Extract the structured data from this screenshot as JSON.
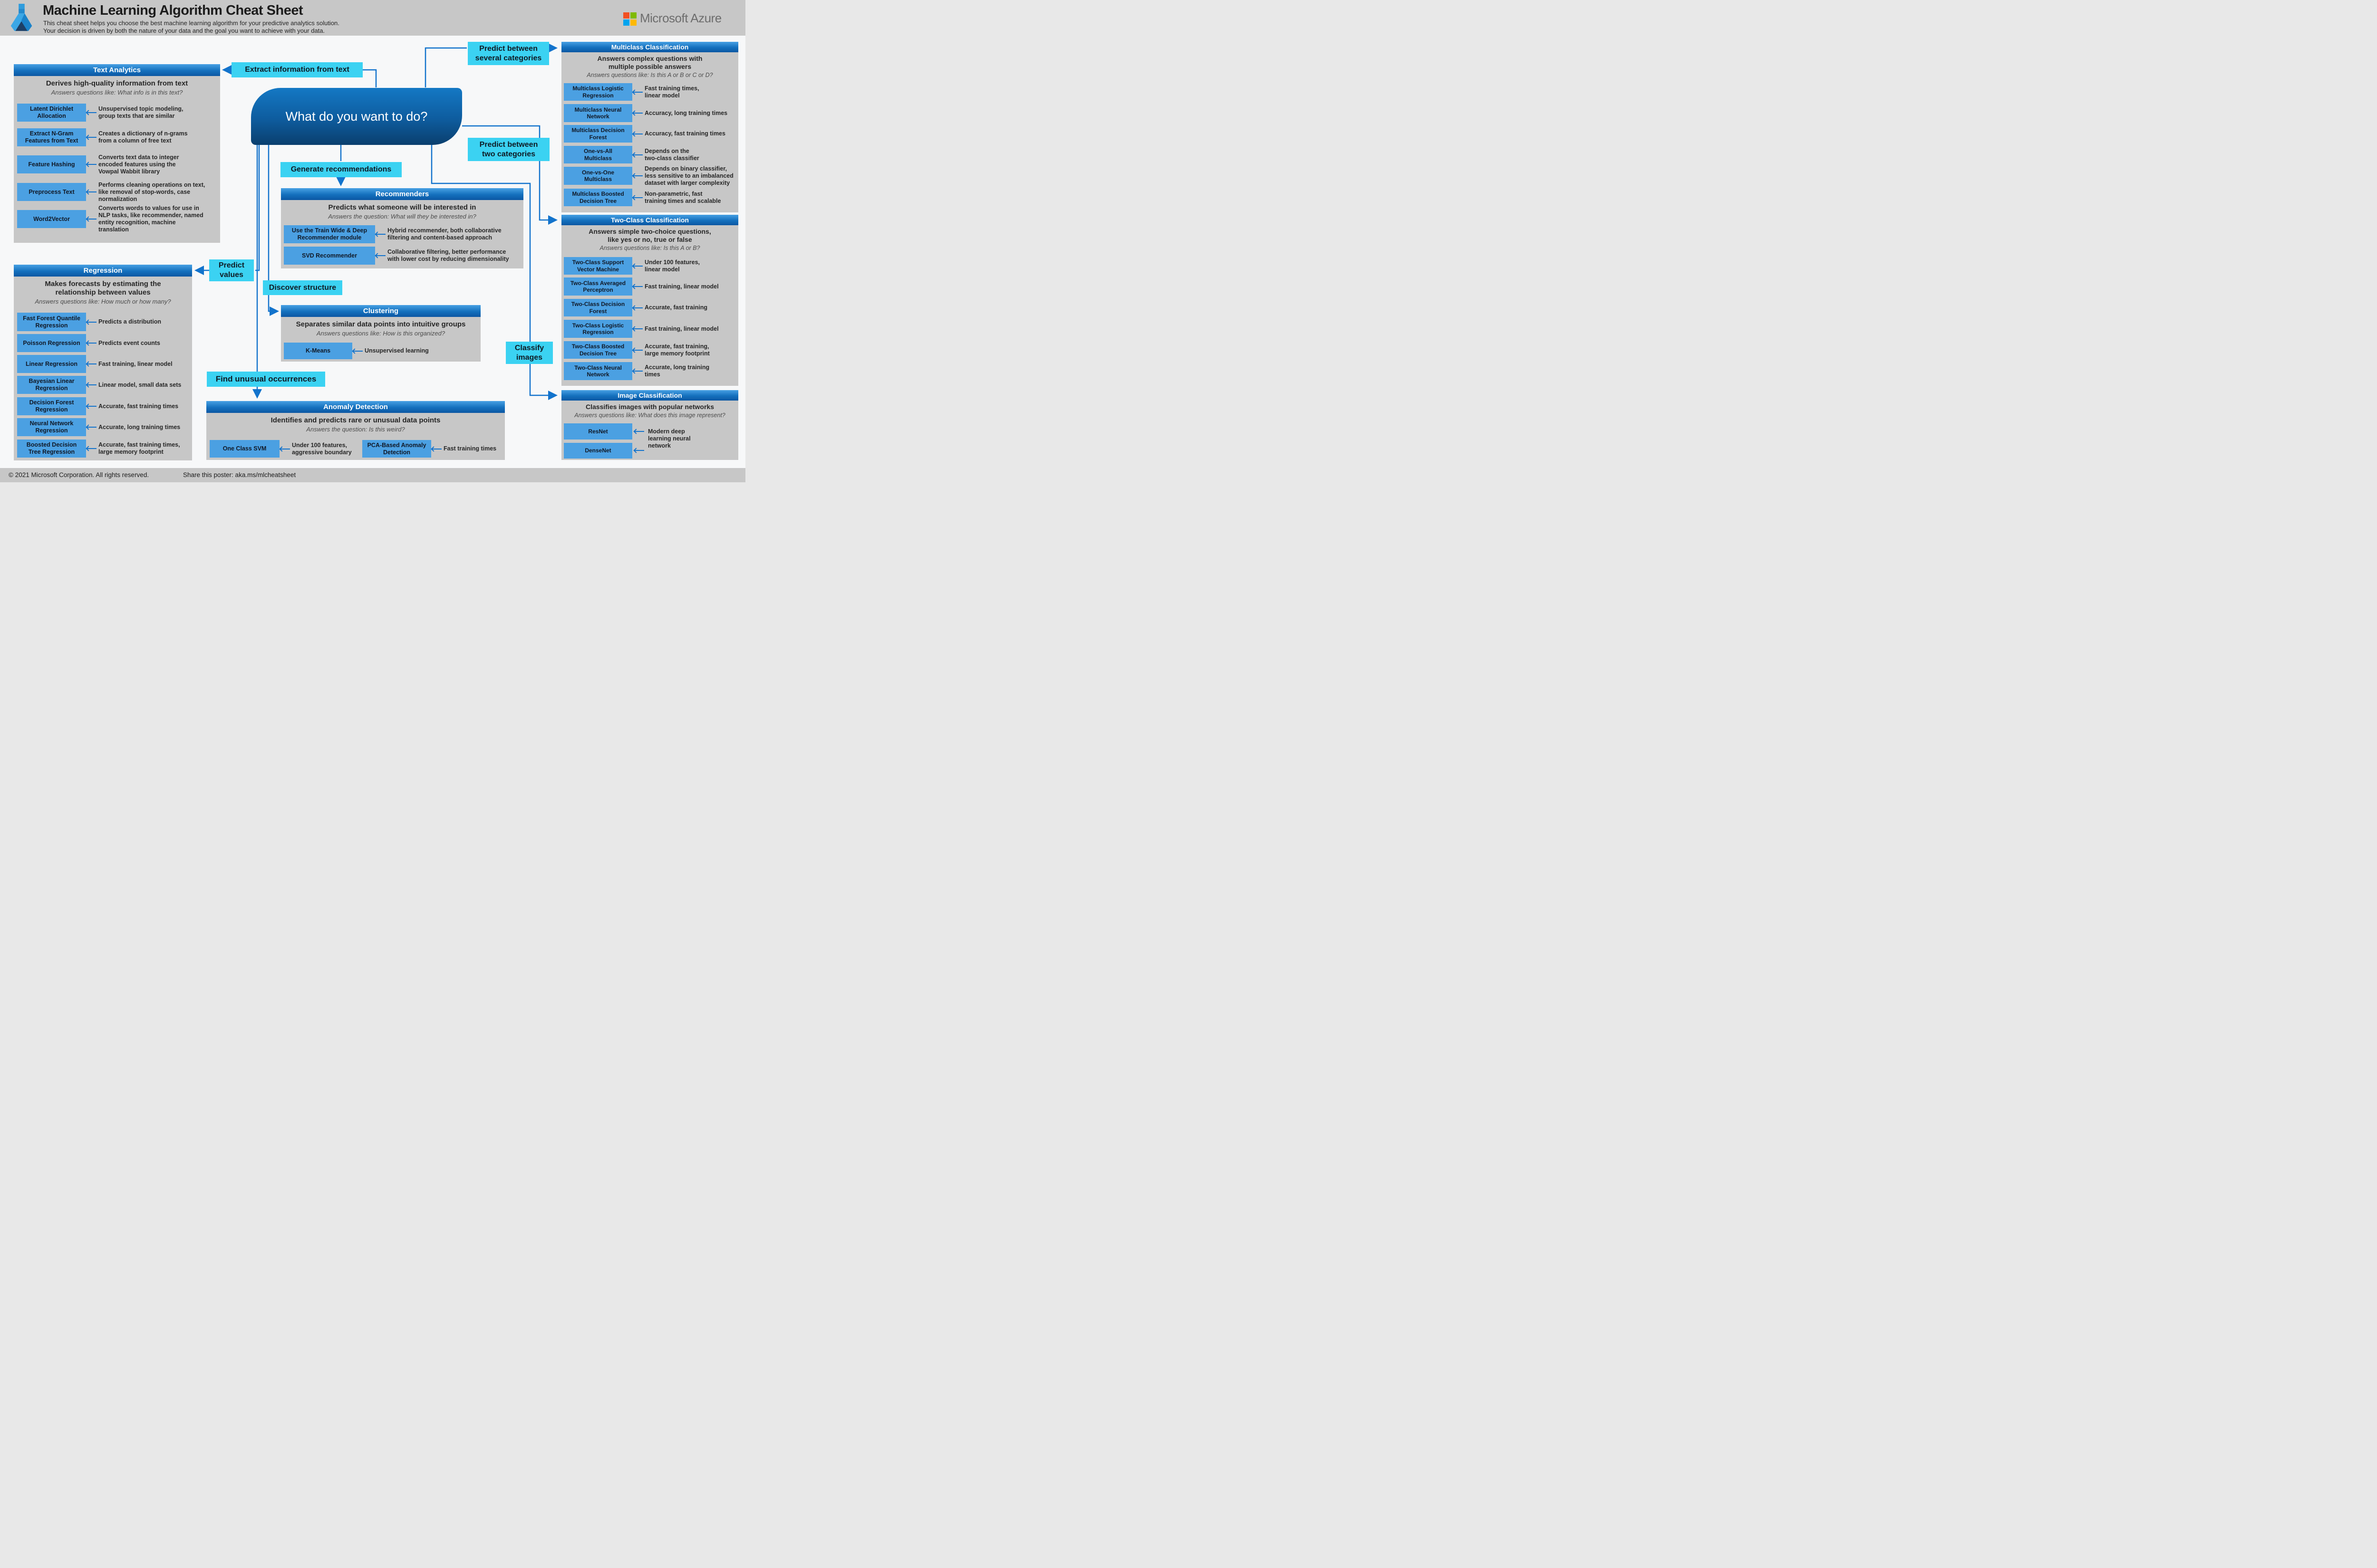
{
  "header": {
    "title": "Machine Learning Algorithm Cheat Sheet",
    "subtitle1": "This cheat sheet helps you choose the best machine learning algorithm for your predictive analytics solution.",
    "subtitle2": "Your decision is driven by both the nature of your data and the goal you want to achieve with your data.",
    "brand": "Microsoft Azure"
  },
  "footer": {
    "copyright": "© 2021 Microsoft Corporation. All rights reserved.",
    "share": "Share this poster: aka.ms/mlcheatsheet"
  },
  "node": {
    "text": "What do you want to do?"
  },
  "labels": {
    "extract": "Extract information from text",
    "several": "Predict between\nseveral categories",
    "two": "Predict between\ntwo categories",
    "generate": "Generate recommendations",
    "predict_values": "Predict\nvalues",
    "discover": "Discover structure",
    "find_unusual": "Find unusual occurrences",
    "classify": "Classify\nimages"
  },
  "colors": {
    "cyan_label": "#3bd2f2",
    "connector_blue": "#1273cc",
    "panel_header_top": "#47a0e3",
    "panel_header_bottom": "#0c57a3",
    "panel_body": "#c7c7c7",
    "algo_button": "#4ba0e2",
    "node_top": "#1478c4",
    "node_bottom": "#0a3f6e",
    "ms_red": "#f25022",
    "ms_green": "#7fba00",
    "ms_blue": "#00a4ef",
    "ms_yellow": "#ffb900",
    "brand_gray": "#6d6d6d"
  },
  "panels": [
    {
      "title": "Text Analytics",
      "headline": "Derives high-quality information from text",
      "subline": "Answers questions like: What info is in this text?",
      "items": [
        {
          "label": "Latent Dirichlet\nAllocation",
          "desc": "Unsupervised topic modeling,\ngroup texts that are similar"
        },
        {
          "label": "Extract N-Gram\nFeatures from Text",
          "desc": "Creates a dictionary of n-grams\nfrom a column of free text"
        },
        {
          "label": "Feature Hashing",
          "desc": "Converts text data to integer\nencoded features using the\nVowpal Wabbit library"
        },
        {
          "label": "Preprocess Text",
          "desc": "Performs cleaning operations on text,\nlike removal of stop-words, case\nnormalization"
        },
        {
          "label": "Word2Vector",
          "desc": "Converts words to values for use in\nNLP tasks, like recommender, named\nentity recognition, machine\ntranslation"
        }
      ]
    },
    {
      "title": "Regression",
      "headline": "Makes forecasts by estimating the\nrelationship between values",
      "subline": "Answers questions like: How much or how many?",
      "items": [
        {
          "label": "Fast Forest Quantile\nRegression",
          "desc": "Predicts a distribution"
        },
        {
          "label": "Poisson Regression",
          "desc": "Predicts event counts"
        },
        {
          "label": "Linear Regression",
          "desc": "Fast training, linear model"
        },
        {
          "label": "Bayesian Linear\nRegression",
          "desc": "Linear model, small data sets"
        },
        {
          "label": "Decision Forest\nRegression",
          "desc": "Accurate, fast training times"
        },
        {
          "label": "Neural Network\nRegression",
          "desc": "Accurate, long training times"
        },
        {
          "label": "Boosted Decision\nTree Regression",
          "desc": "Accurate, fast training times,\nlarge memory footprint"
        }
      ]
    },
    {
      "title": "Recommenders",
      "headline": "Predicts what someone will be interested in",
      "subline": "Answers the question: What will they be interested in?",
      "items": [
        {
          "label": "Use the Train Wide & Deep\nRecommender module",
          "desc": "Hybrid recommender, both collaborative\nfiltering and content-based approach"
        },
        {
          "label": "SVD Recommender",
          "desc": "Collaborative filtering, better performance\nwith lower cost by reducing dimensionality"
        }
      ]
    },
    {
      "title": "Clustering",
      "headline": "Separates similar data points into intuitive groups",
      "subline": "Answers questions like: How is this organized?",
      "items": [
        {
          "label": "K-Means",
          "desc": "Unsupervised learning"
        }
      ]
    },
    {
      "title": "Anomaly Detection",
      "headline": "Identifies and predicts rare or unusual data points",
      "subline": "Answers the question: Is this weird?",
      "items": [
        {
          "label": "One Class SVM",
          "desc": "Under 100 features,\naggressive boundary"
        },
        {
          "label": "PCA-Based Anomaly\nDetection",
          "desc": "Fast training times"
        }
      ]
    },
    {
      "title": "Multiclass Classification",
      "headline": "Answers complex questions with\nmultiple possible answers",
      "subline": "Answers questions like: Is this A or B or C or D?",
      "items": [
        {
          "label": "Multiclass Logistic\nRegression",
          "desc": "Fast training times,\nlinear model"
        },
        {
          "label": "Multiclass Neural\nNetwork",
          "desc": "Accuracy, long training times"
        },
        {
          "label": "Multiclass Decision\nForest",
          "desc": "Accuracy, fast training times"
        },
        {
          "label": "One-vs-All\nMulticlass",
          "desc": "Depends on the\ntwo-class classifier"
        },
        {
          "label": "One-vs-One\nMulticlass",
          "desc": "Depends on binary classifier,\nless sensitive to an imbalanced\ndataset with larger complexity"
        },
        {
          "label": "Multiclass Boosted\nDecision Tree",
          "desc": "Non-parametric, fast\ntraining times and scalable"
        }
      ]
    },
    {
      "title": "Two-Class Classification",
      "headline": "Answers simple two-choice questions,\nlike yes or no, true or false",
      "subline": "Answers questions like: Is this A or B?",
      "items": [
        {
          "label": "Two-Class Support\nVector Machine",
          "desc": "Under 100 features,\nlinear model"
        },
        {
          "label": "Two-Class Averaged\nPerceptron",
          "desc": "Fast training, linear model"
        },
        {
          "label": "Two-Class Decision\nForest",
          "desc": "Accurate, fast training"
        },
        {
          "label": "Two-Class Logistic\nRegression",
          "desc": "Fast training, linear model"
        },
        {
          "label": "Two-Class Boosted\nDecision Tree",
          "desc": "Accurate, fast training,\nlarge memory footprint"
        },
        {
          "label": "Two-Class Neural\nNetwork",
          "desc": "Accurate, long training\ntimes"
        }
      ]
    },
    {
      "title": "Image Classification",
      "headline": "Classifies images with popular networks",
      "subline": "Answers questions like: What does this image represent?",
      "shared_desc": "Modern deep\nlearning neural\nnetwork",
      "items": [
        {
          "label": "ResNet",
          "desc": ""
        },
        {
          "label": "DenseNet",
          "desc": ""
        }
      ]
    }
  ]
}
